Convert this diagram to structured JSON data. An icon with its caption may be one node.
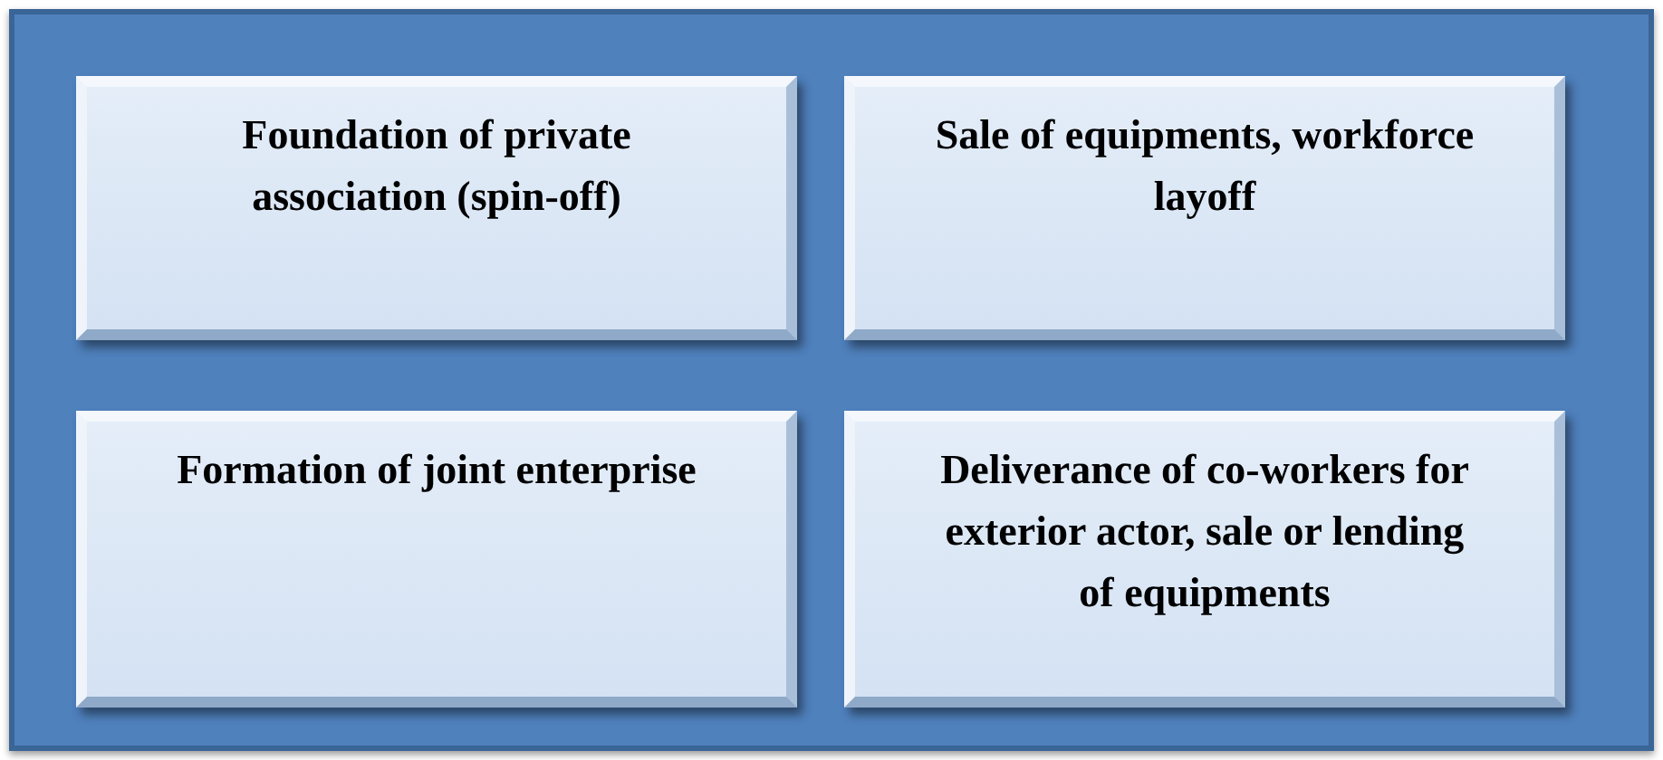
{
  "diagram": {
    "nodes": [
      {
        "text": [],
        "shape": "box"
      },
      {
        "text": [
          "Foundation of private association (spin-off)"
        ],
        "in": 0
      },
      {
        "text": [
          "Sale of equipments, workforce layoff"
        ],
        "in": 0
      },
      {
        "text": [
          "Formation of joint enterprise"
        ],
        "in": 0
      },
      {
        "text": [
          "Deliverance of co-workers for exterior actor, sale or lending of equipments"
        ],
        "in": 0
      }
    ]
  }
}
